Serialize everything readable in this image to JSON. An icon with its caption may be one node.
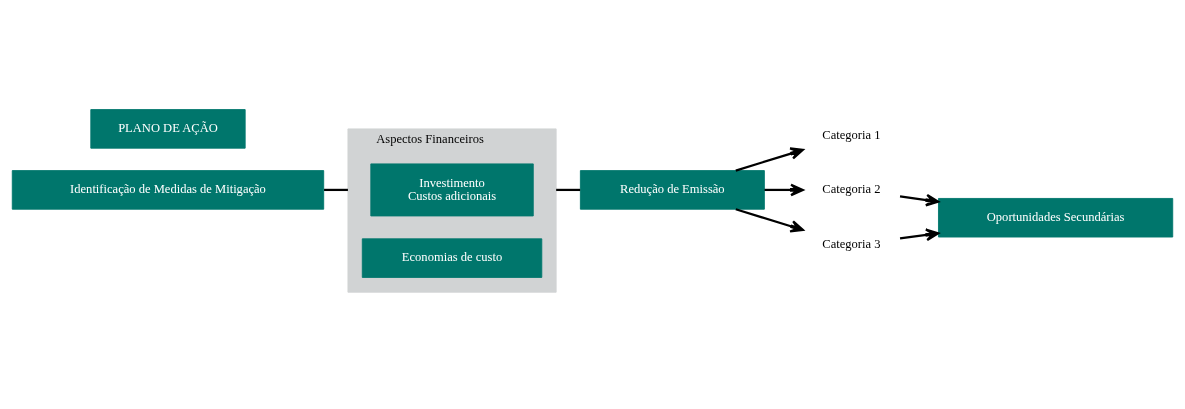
{
  "diagram": {
    "nodes": [
      {
        "text": [
          "Identificação de Medidas de Mitigação"
        ]
      },
      {
        "text": [
          "Aspectos Financeiros"
        ]
      },
      {
        "text": [
          "Investimento",
          "Custos adicionais"
        ],
        "in": 1
      },
      {
        "text": [
          "Economias de custo"
        ],
        "in": 1
      },
      {
        "text": [
          "Redução de Emissão"
        ]
      },
      {
        "text": [
          "Categoria 1"
        ]
      },
      {
        "text": [
          "PLANO DE AÇÃO"
        ]
      },
      {
        "text": [
          "Categoria 2"
        ]
      },
      {
        "text": [
          "Categoria 3"
        ]
      },
      {
        "text": [
          "Oportunidades Secundárias"
        ]
      }
    ],
    "edges": [
      {
        "from": 0,
        "to": 1,
        "arrow": "none"
      },
      {
        "from": 1,
        "to": 4,
        "arrow": "none"
      },
      {
        "from": 4,
        "to": 5,
        "arrow": "to"
      },
      {
        "from": 4,
        "to": 7,
        "arrow": "to"
      },
      {
        "from": 4,
        "to": 8,
        "arrow": "to"
      },
      {
        "from": 7,
        "to": 9,
        "arrow": "to"
      },
      {
        "from": 8,
        "to": 9,
        "arrow": "to"
      }
    ]
  }
}
